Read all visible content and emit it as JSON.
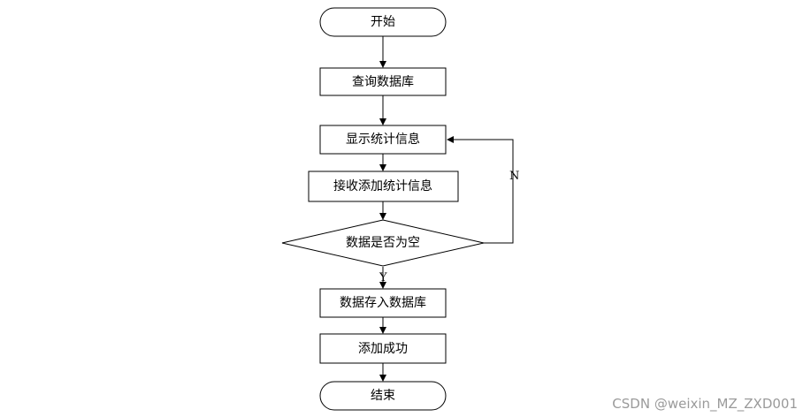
{
  "nodes": {
    "start": "开始",
    "query_db": "查询数据库",
    "show_stats": "显示统计信息",
    "receive_stats": "接收添加统计信息",
    "decision_empty": "数据是否为空",
    "save_db": "数据存入数据库",
    "add_success": "添加成功",
    "end": "结束"
  },
  "branches": {
    "no": "N",
    "yes": "Y"
  },
  "watermark": "CSDN @weixin_MZ_ZXD001",
  "colors": {
    "line": "#000000",
    "watermark": "#9a9a9a",
    "background": "#ffffff"
  }
}
